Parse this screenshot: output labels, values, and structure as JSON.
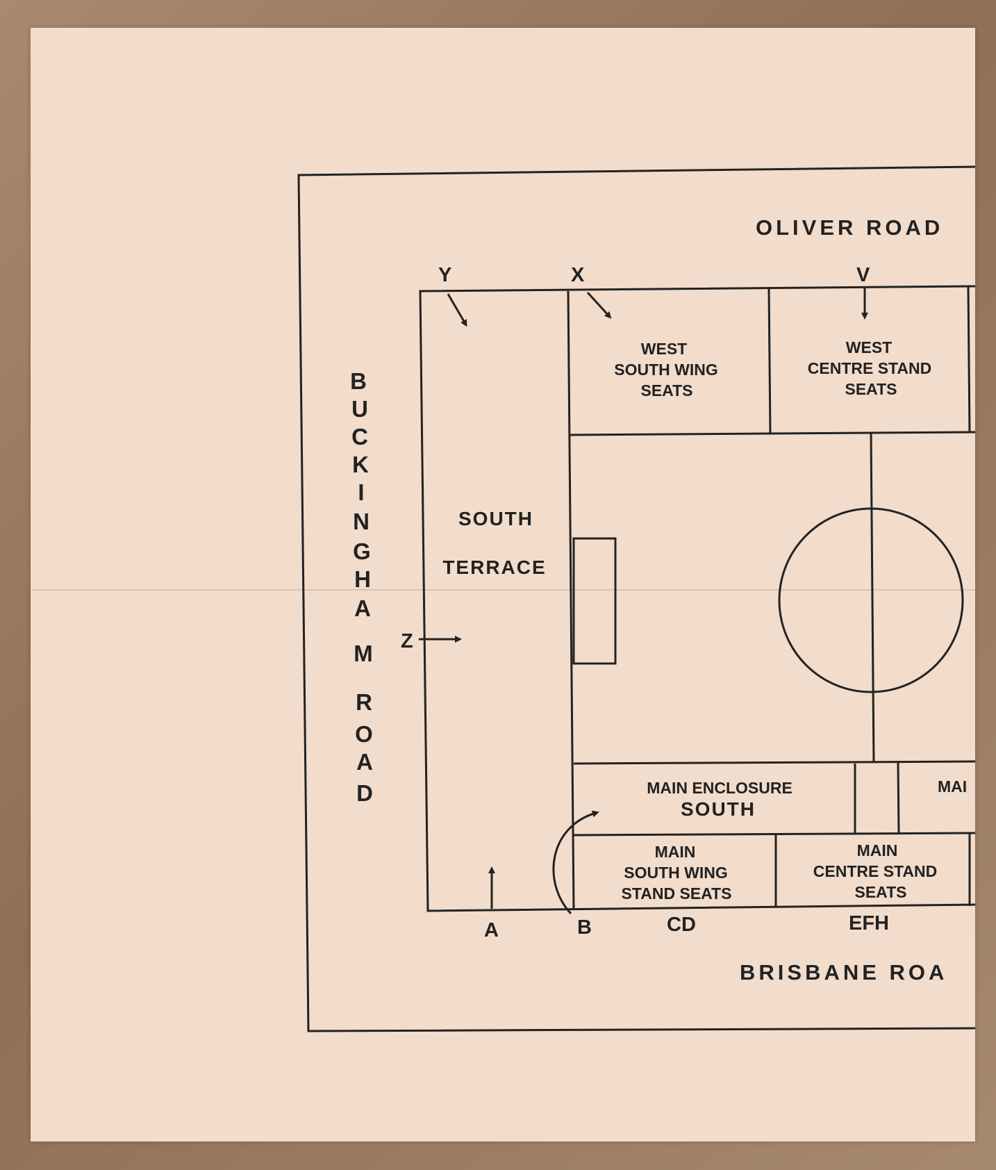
{
  "roads": {
    "north": "OLIVER ROAD",
    "south": "BRISBANE ROA",
    "west_letters": [
      "B",
      "U",
      "C",
      "K",
      "I",
      "N",
      "G",
      "H",
      "A",
      "M",
      " ",
      "R",
      "O",
      "A",
      "D"
    ]
  },
  "gates": {
    "y": "Y",
    "x": "X",
    "v": "V",
    "z": "Z",
    "a": "A",
    "b": "B",
    "cd": "CD",
    "efh": "EFH"
  },
  "sections": {
    "west_south_wing": [
      "WEST",
      "SOUTH WING",
      "SEATS"
    ],
    "west_centre_stand": [
      "WEST",
      "CENTRE STAND",
      "SEATS"
    ],
    "south_terrace": [
      "SOUTH",
      "TERRACE"
    ],
    "main_enclosure_south": [
      "MAIN ENCLOSURE",
      "SOUTH"
    ],
    "main_enclosure_partial": "MAI",
    "main_south_wing": [
      "MAIN",
      "SOUTH WING",
      "STAND SEATS"
    ],
    "main_centre_stand": [
      "MAIN",
      "CENTRE STAND",
      "SEATS"
    ]
  },
  "colors": {
    "ticket": "#f2dccb",
    "ink": "#222222"
  }
}
